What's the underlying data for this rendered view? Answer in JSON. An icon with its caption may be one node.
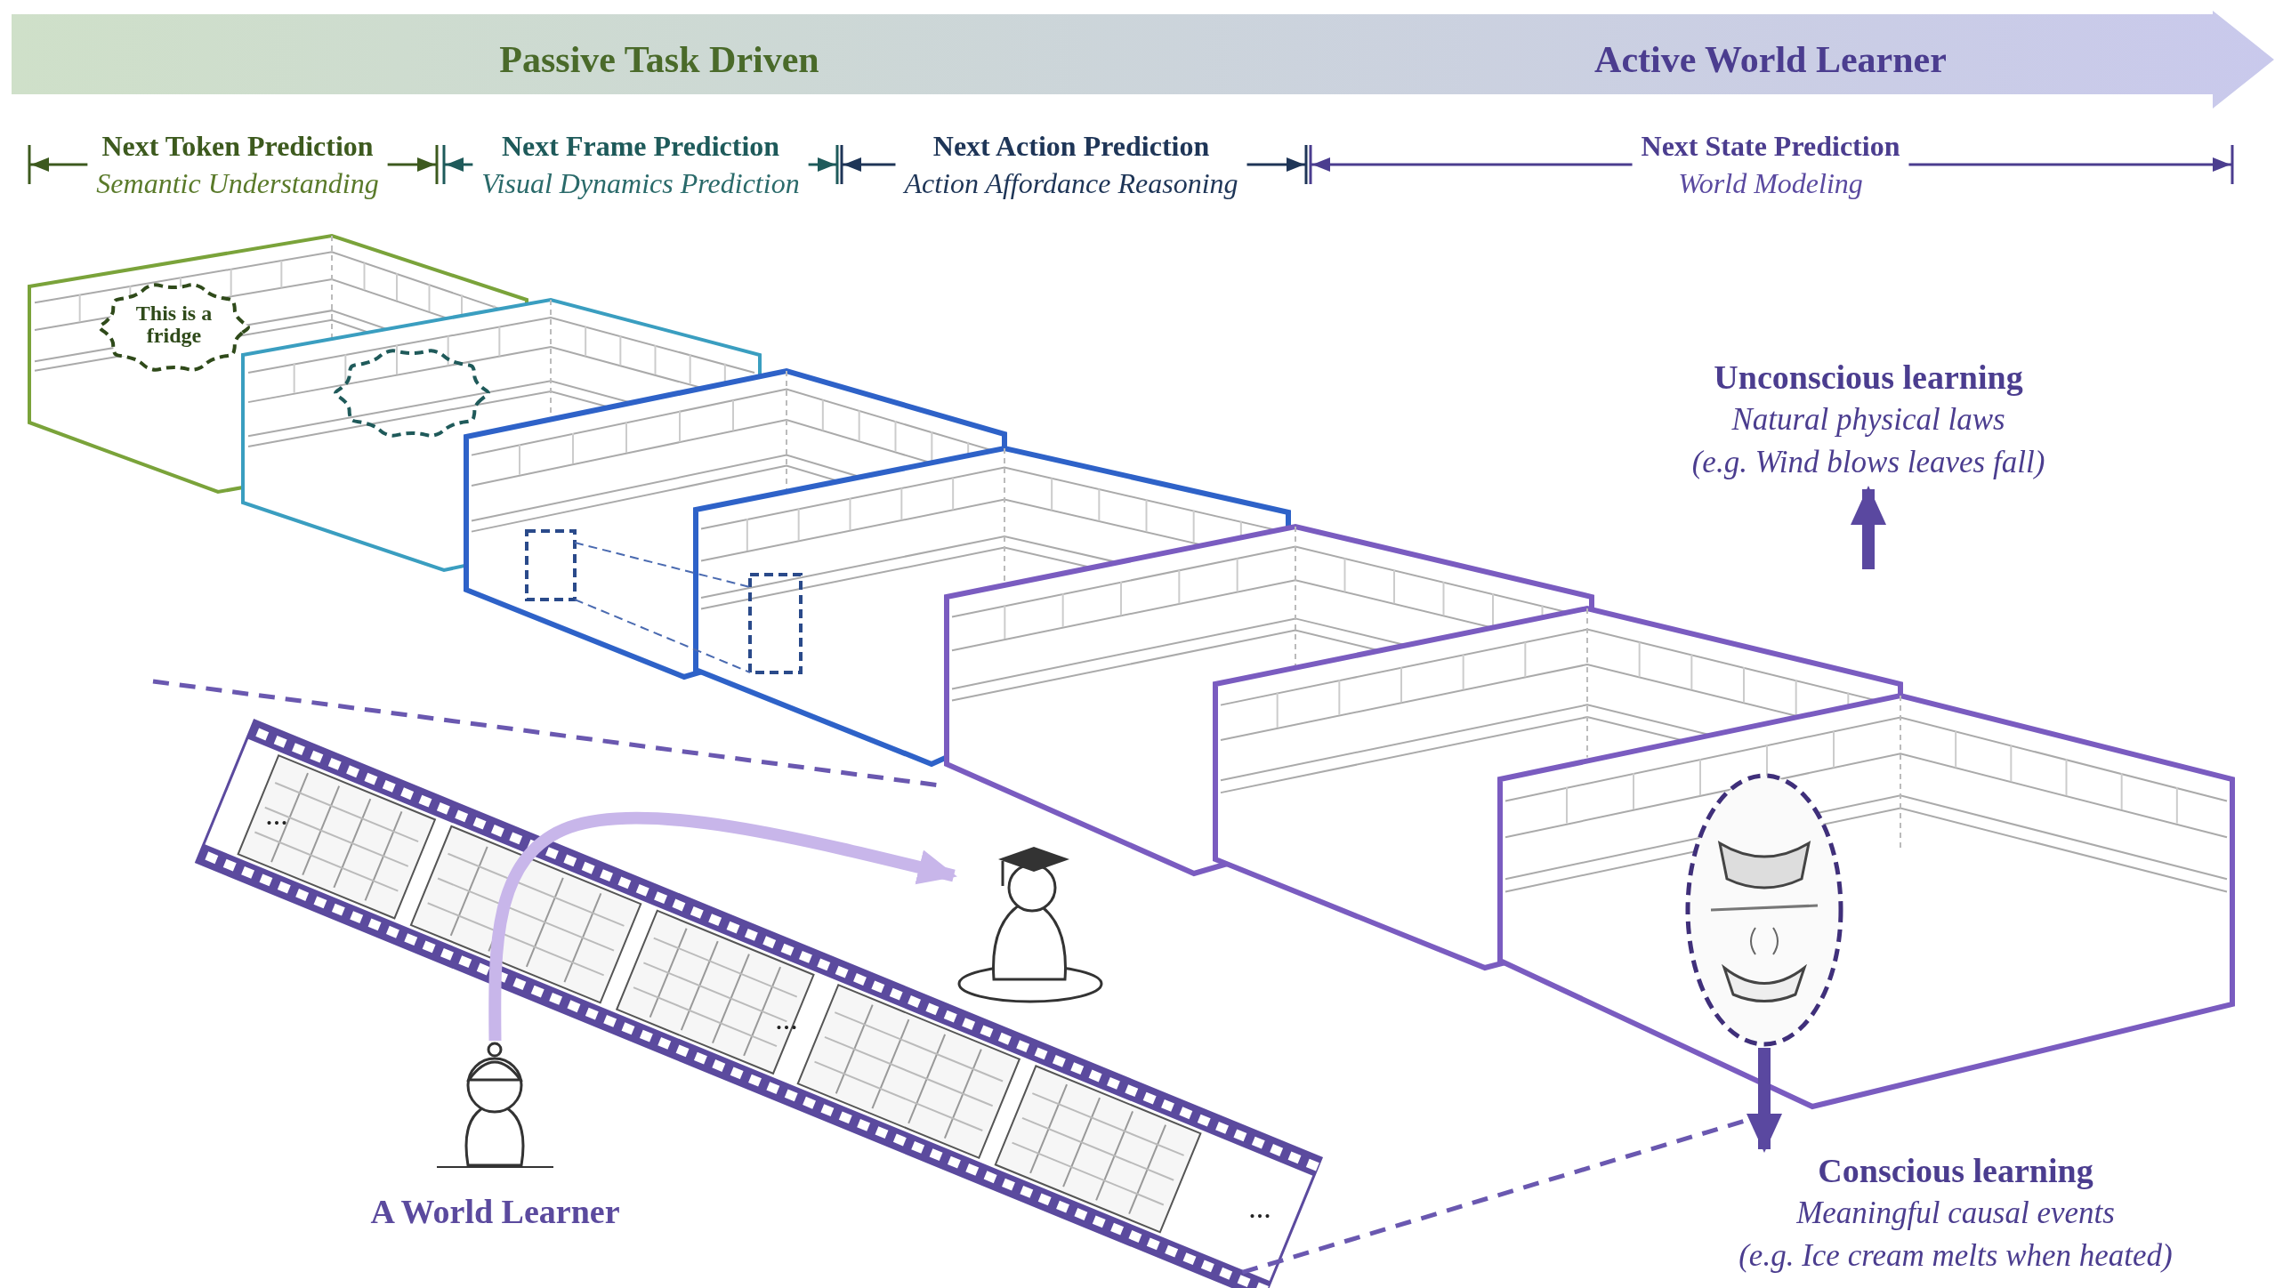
{
  "diagram": {
    "nodes": [
      {
        "text": [
          "This is a fridge"
        ]
      },
      {
        "text": [],
        "shape": "cloud"
      },
      {
        "text": [
          "Unconscious learning",
          "Natural physical laws",
          "(e.g. Wind blows leaves fall)"
        ]
      },
      {
        "text": [],
        "shape": "ellipse"
      },
      {
        "text": [
          "Conscious learning",
          "Meaningful causal events",
          "(e.g. Ice cream melts when heated)"
        ]
      },
      {
        "text": [],
        "shape": "picture",
        "beside": [
          "A World Learner"
        ]
      },
      {
        "text": [],
        "shape": "picture"
      }
    ],
    "edges": [
      {
        "from": null,
        "to": 2,
        "arrow": "to"
      },
      {
        "from": 3,
        "to": 4,
        "arrow": "to"
      },
      {
        "from": 5,
        "to": 6,
        "arrow": "to",
        "color": "#c8b6ea"
      }
    ],
    "labels": [
      "Passive Task Driven",
      "Active World Learner",
      "Next Token Prediction",
      "Semantic Understanding",
      "Next Frame Prediction",
      "Visual Dynamics Prediction",
      "Next Action Prediction",
      "Action Affordance Reasoning",
      "Next State Prediction",
      "World Modeling",
      "...",
      "...",
      "..."
    ]
  }
}
